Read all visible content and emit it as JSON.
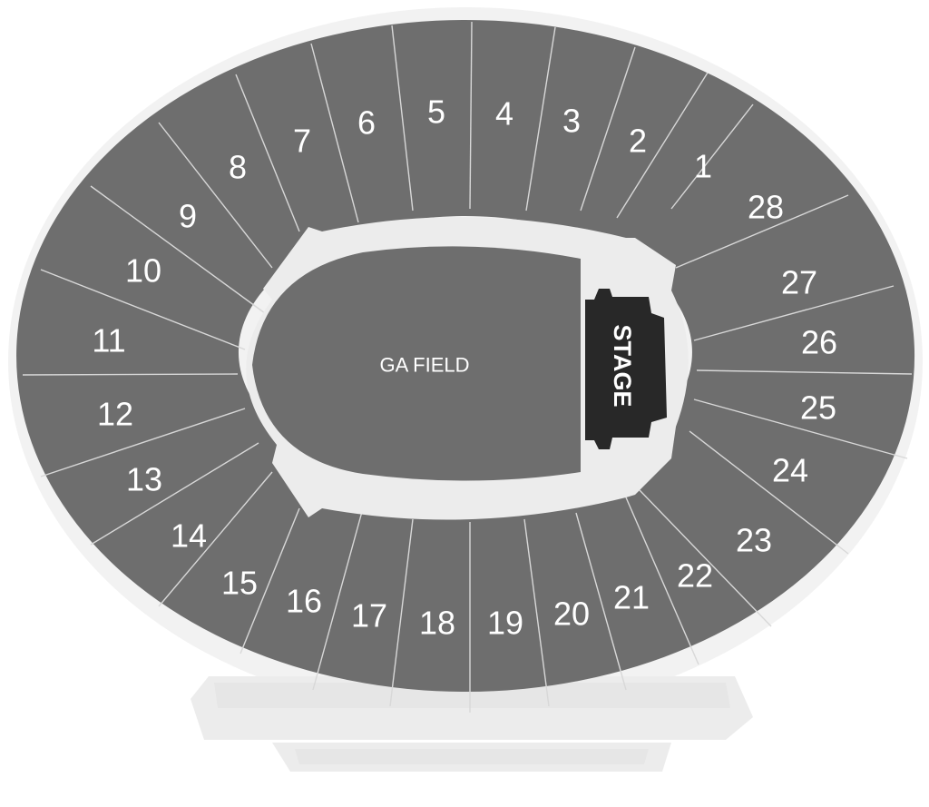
{
  "venue": {
    "field_label": "GA FIELD",
    "stage_label": "STAGE",
    "sections": [
      "1",
      "2",
      "3",
      "4",
      "5",
      "6",
      "7",
      "8",
      "9",
      "10",
      "11",
      "12",
      "13",
      "14",
      "15",
      "16",
      "17",
      "18",
      "19",
      "20",
      "21",
      "22",
      "23",
      "24",
      "25",
      "26",
      "27",
      "28"
    ]
  },
  "colors": {
    "seating": "#6e6e6e",
    "stage": "#282828",
    "concourse": "#ececec",
    "outer_ring": "#f2f2f2",
    "divider": "#d8d8d8",
    "label": "#ffffff"
  }
}
